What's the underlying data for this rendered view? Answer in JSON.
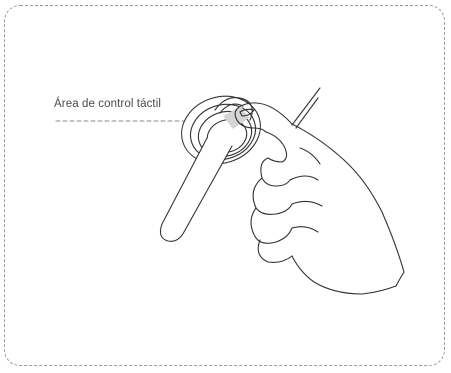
{
  "callout": {
    "label": "Área de control táctil"
  },
  "colors": {
    "line": "#333333",
    "frame": "#9a9a9a",
    "touch_area_fill": "#d4d4d4",
    "label_text": "#4a4a4a"
  },
  "icons": {
    "earbud": "earbud-illustration",
    "hand": "hand-illustration"
  }
}
